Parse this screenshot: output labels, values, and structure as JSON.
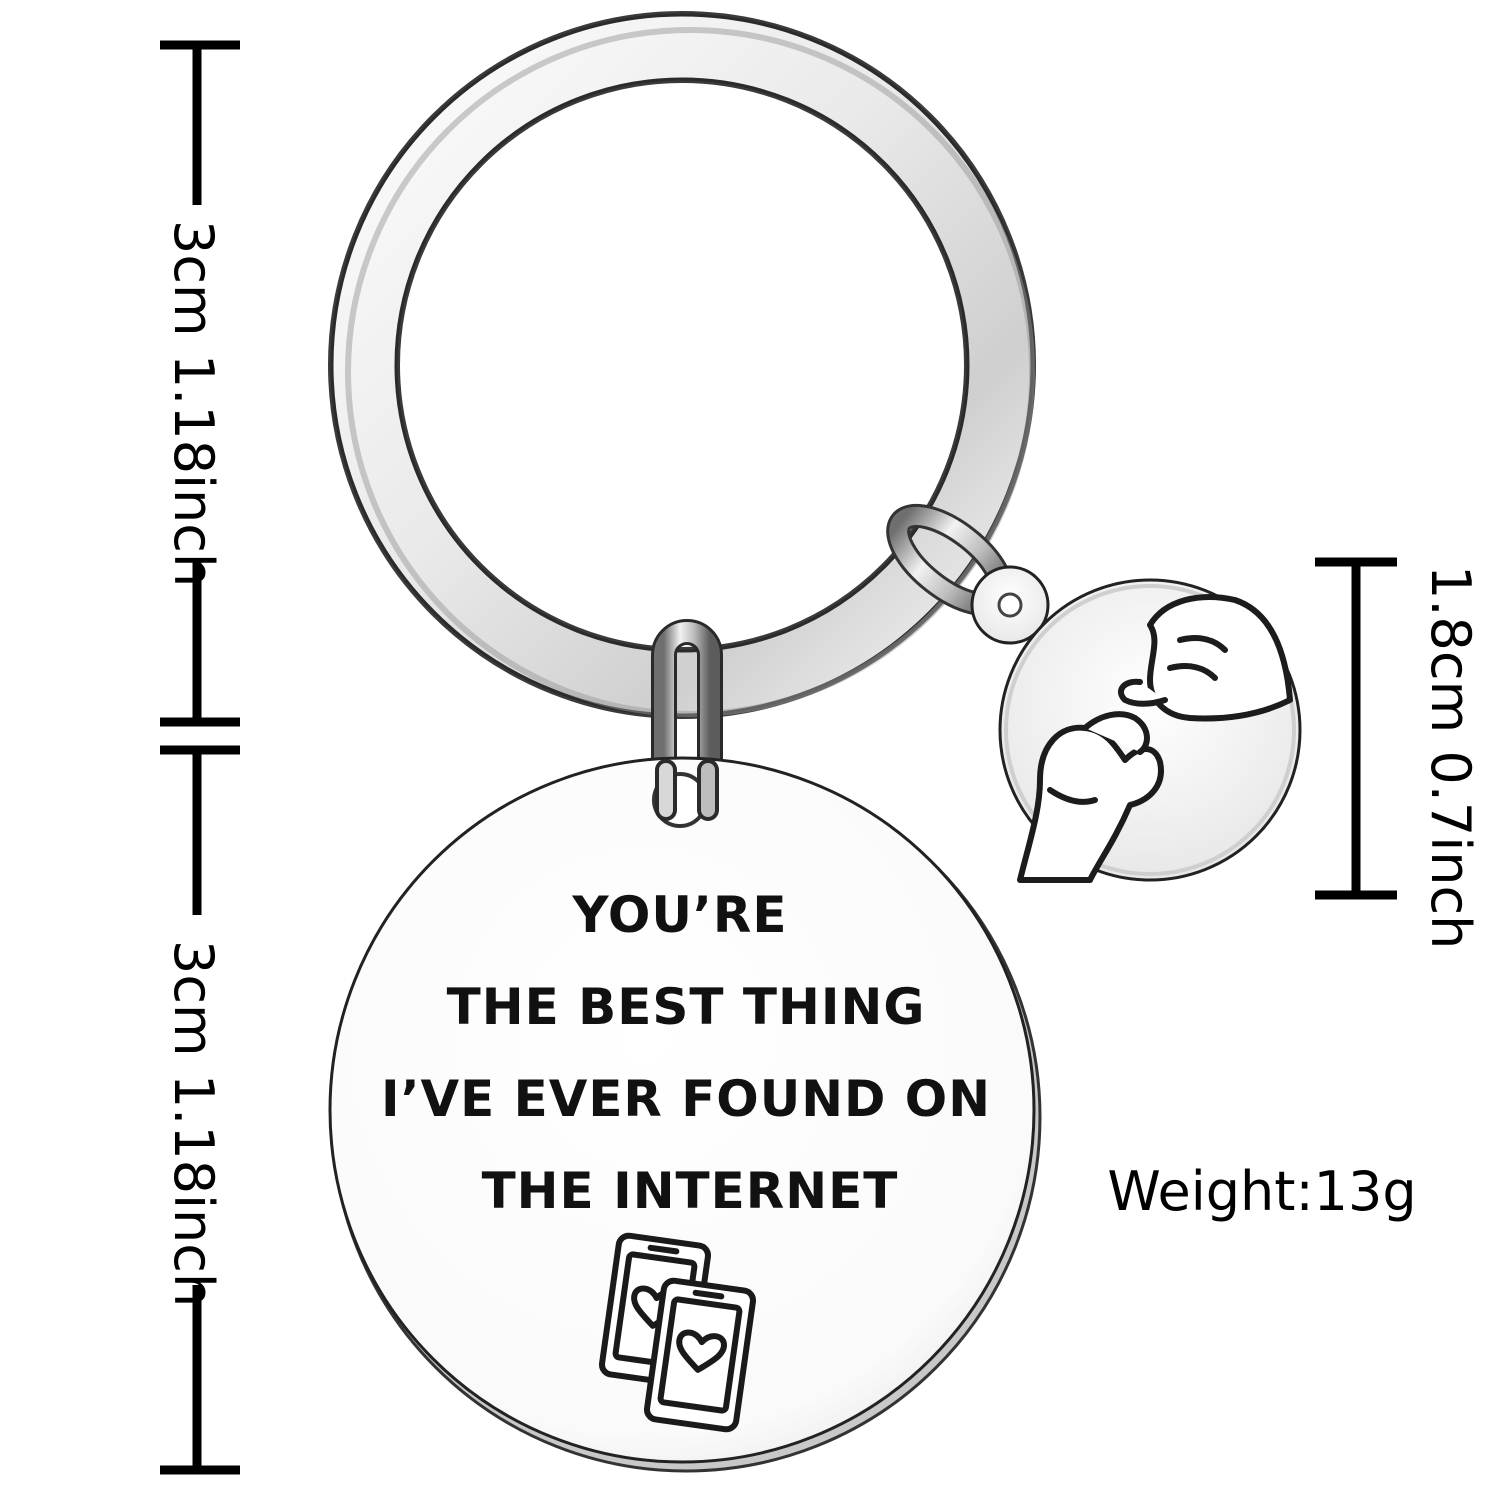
{
  "product": {
    "engraving": {
      "line1": "YOU’RE",
      "line2": "THE BEST THING",
      "line3": "I’VE EVER FOUND ON",
      "line4": "THE INTERNET"
    },
    "engraving_icon": "two-phones-with-hearts-icon",
    "charm_icon": "pinky-promise-hands-icon"
  },
  "dimensions": {
    "ring_height": "3cm 1.18inch",
    "tag_height": "3cm 1.18inch",
    "charm_height": "1.8cm 0.7inch",
    "weight": "Weight:13g"
  },
  "colors": {
    "background": "#ffffff",
    "metal_light": "#f4f4f4",
    "metal_dark": "#8a8a8a",
    "outline": "#222222"
  }
}
